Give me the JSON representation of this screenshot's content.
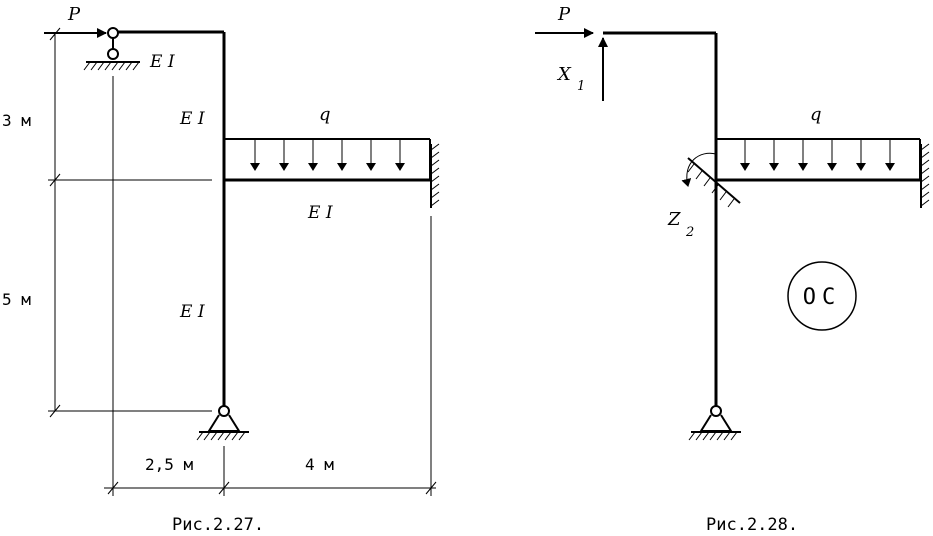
{
  "fig27": {
    "force_label": "P",
    "ei_labels": [
      "E I",
      "E I",
      "E I",
      "E I"
    ],
    "load_label": "q",
    "dim_3m": "3  м",
    "dim_5m": "5  м",
    "dim_25m": "2,5 м",
    "dim_4m": "4  м",
    "caption": "Рис.2.27."
  },
  "fig28": {
    "force_label": "P",
    "x_label": "X",
    "x_sub": "1",
    "z_label": "Z",
    "z_sub": "2",
    "load_label": "q",
    "os_label": "ОС",
    "caption": "Рис.2.28."
  }
}
